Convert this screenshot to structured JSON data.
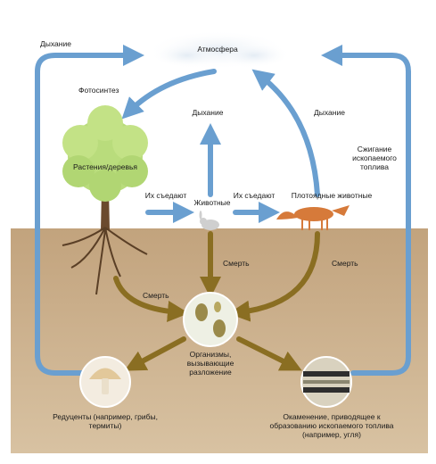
{
  "labels": {
    "atmosphere": "Атмосфера",
    "respiration_left": "Дыхание",
    "photosynthesis": "Фотосинтез",
    "respiration_center": "Дыхание",
    "respiration_right": "Дыхание",
    "fossil_burning": "Сжигание ископаемого топлива",
    "plants": "Растения/деревья",
    "eaten_1": "Их съедают",
    "animals": "Животные",
    "eaten_2": "Их съедают",
    "carnivores": "Плотоядные животные",
    "death_center": "Смерть",
    "death_right": "Смерть",
    "death_left": "Смерть",
    "decomposers": "Организмы, вызывающие разложение",
    "reducers": "Редуценты (например, грибы, термиты)",
    "fossilization": "Окаменение, приводящее к образованию ископаемого топлива (например, угля)"
  },
  "colors": {
    "sky_arrow": "#6a9fd0",
    "soil_arrow": "#8a6e22",
    "soil": "#c9ab85",
    "tree": "#b9dc7c"
  }
}
